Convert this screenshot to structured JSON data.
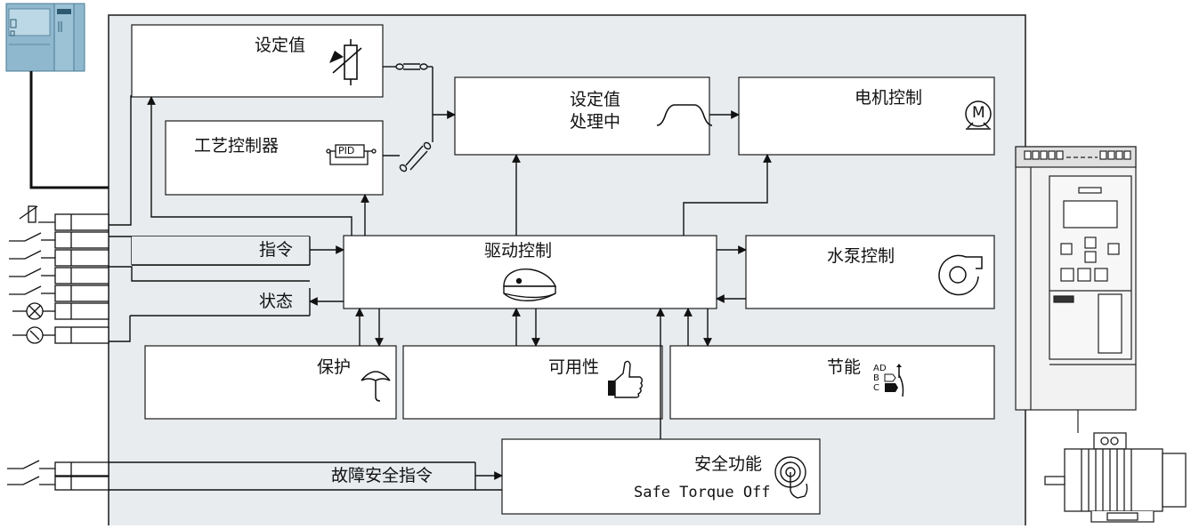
{
  "diagram": {
    "blocks": {
      "setpoint": {
        "label": "设定值"
      },
      "tech_controller": {
        "label": "工艺控制器",
        "pid_label": "PID"
      },
      "setpoint_processing": {
        "line1": "设定值",
        "line2": "处理中"
      },
      "motor_control": {
        "label": "电机控制",
        "motor_symbol": "M"
      },
      "drive_control": {
        "label": "驱动控制"
      },
      "pump_control": {
        "label": "水泵控制"
      },
      "protection": {
        "label": "保护"
      },
      "availability": {
        "label": "可用性"
      },
      "energy_saving": {
        "label": "节能",
        "class_a": "A",
        "class_d": "D",
        "class_b": "B",
        "class_c": "C"
      },
      "safety": {
        "line1": "安全功能",
        "line2": "Safe Torque Off"
      }
    },
    "signals": {
      "command": "指令",
      "status": "状态",
      "failsafe_command": "故障安全指令"
    }
  },
  "colors": {
    "panel": "#e8ecef",
    "border": "#1a1a1a",
    "block_fill": "#ffffff",
    "plc_body": "#8fb8cf",
    "plc_light": "#bcd8e6",
    "drive_fill": "#f2f2f2"
  }
}
